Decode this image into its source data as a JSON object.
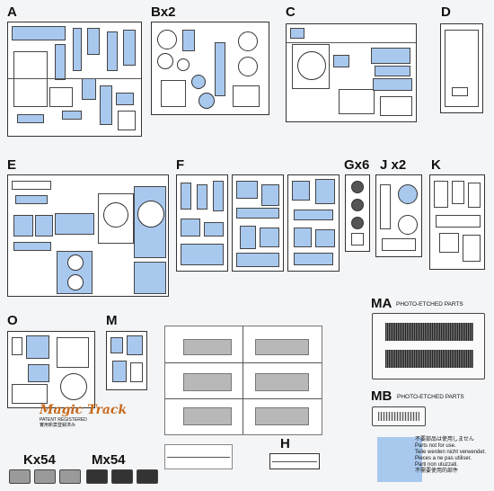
{
  "labels": {
    "A": "A",
    "B": "Bx2",
    "C": "C",
    "D": "D",
    "E": "E",
    "F": "F",
    "G": "Gx6",
    "J": "J x2",
    "K": "K",
    "O": "O",
    "M": "M",
    "MA": "MA",
    "MB": "MB",
    "H": "H",
    "Kx54": "Kx54",
    "Mx54": "Mx54"
  },
  "pe": {
    "ma_caption": "PHOTO-ETCHED PARTS",
    "mb_caption": "PHOTO-ETCHED PARTS"
  },
  "logo": {
    "brand": "Magic Track",
    "line1": "PATENT REGISTERED",
    "line2": "實用新案登録済み"
  },
  "notice": {
    "lines": [
      "不要部品は使用しません",
      "Parts not for use.",
      "Teile werden nicht verwendet.",
      "Pieces a ne pas utiliser.",
      "Parti non utuzzati.",
      "不需要使用的部件"
    ]
  },
  "colors": {
    "highlight": "#a9c8ee",
    "frame": "#333333",
    "background": "#f4f5f7"
  }
}
